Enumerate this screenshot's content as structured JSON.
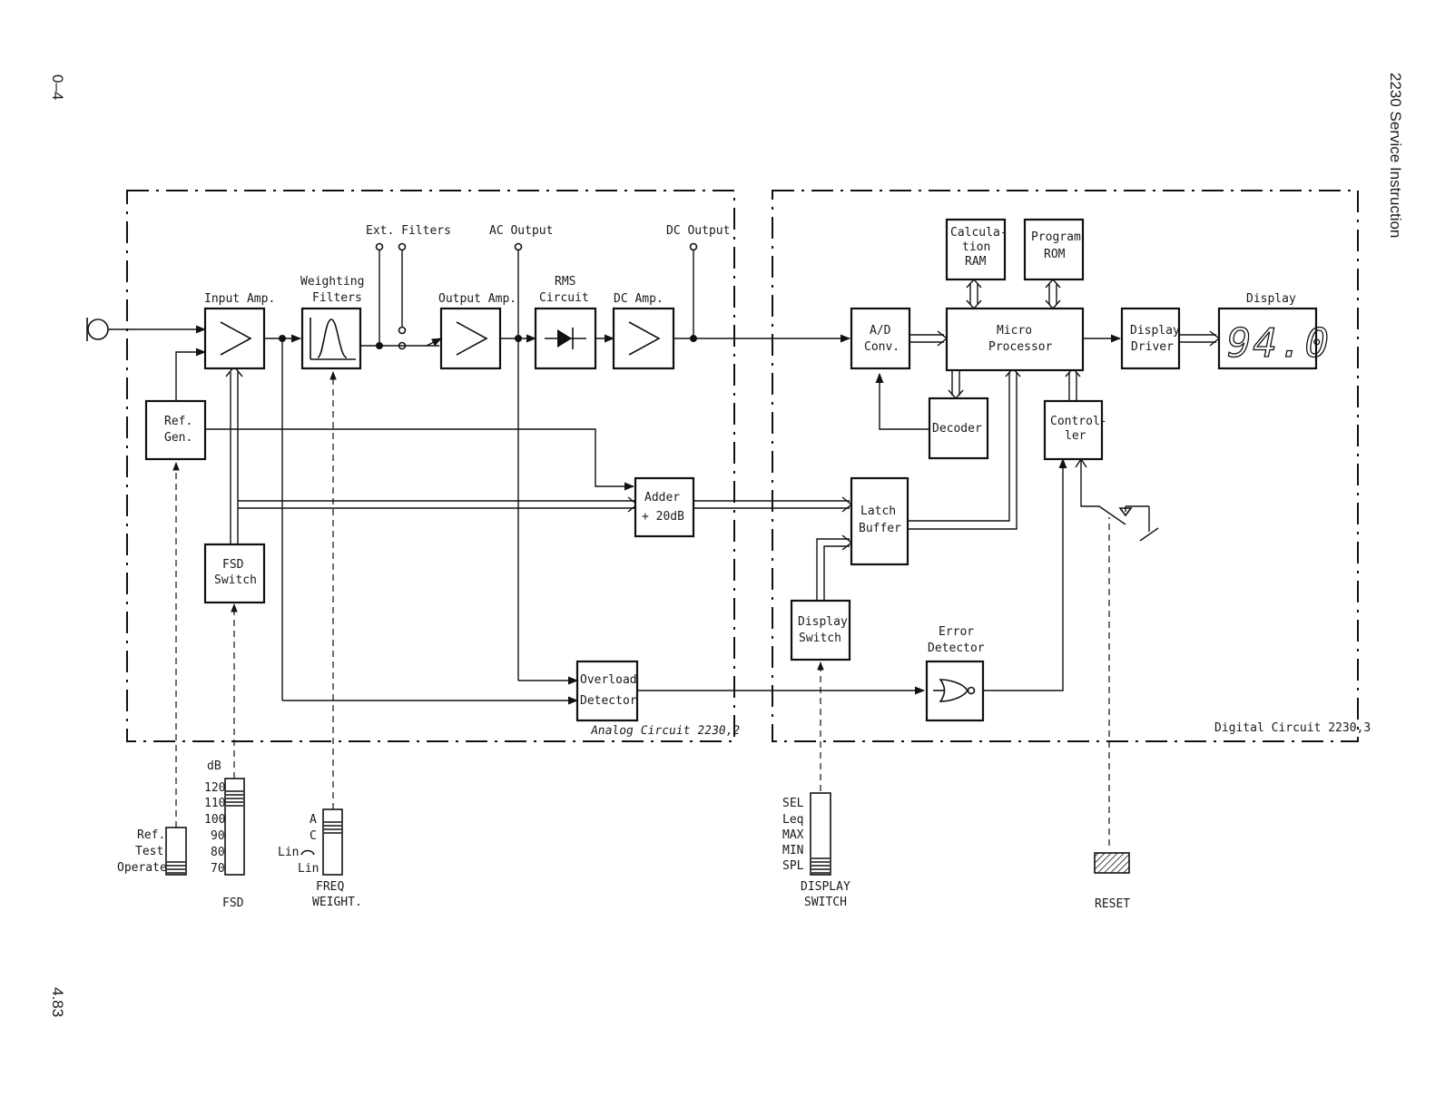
{
  "page": {
    "left_top": "0–4",
    "left_bottom": "4.83",
    "right_title": "2230 Service Instruction"
  },
  "frames": {
    "analog": "Analog Circuit 2230,2",
    "digital": "Digital Circuit 2230,3"
  },
  "terminals": {
    "ext_filters": "Ext. Filters",
    "ac_output": "AC Output",
    "dc_output": "DC Output"
  },
  "blocks": {
    "input_amp": "Input Amp.",
    "weighting_filters": [
      "Weighting",
      "Filters"
    ],
    "output_amp": "Output Amp.",
    "rms_circuit": [
      "RMS",
      "Circuit"
    ],
    "dc_amp": "DC Amp.",
    "ref_gen": [
      "Ref.",
      "Gen."
    ],
    "fsd_switch": [
      "FSD",
      "Switch"
    ],
    "adder": [
      "Adder",
      "+ 20dB"
    ],
    "overload_detector": [
      "Overload",
      "Detector"
    ],
    "ad_conv": [
      "A/D",
      "Conv."
    ],
    "micro_processor": [
      "Micro",
      "Processor"
    ],
    "calculation_ram": [
      "Calcula-",
      "tion",
      "RAM"
    ],
    "program_rom": [
      "Program",
      "ROM"
    ],
    "decoder": "Decoder",
    "display_driver": [
      "Display",
      "Driver"
    ],
    "display": "Display",
    "display_reading": "94.0",
    "controller": [
      "Control-",
      "ler"
    ],
    "latch_buffer": [
      "Latch",
      "Buffer"
    ],
    "display_switch_block": [
      "Display",
      "Switch"
    ],
    "error_detector": [
      "Error",
      "Detector"
    ]
  },
  "controls": {
    "mode_switch": {
      "positions": [
        "Ref.",
        "Test",
        "Operate"
      ]
    },
    "fsd": {
      "unit": "dB",
      "positions": [
        "120",
        "110",
        "100",
        "90",
        "80",
        "70"
      ],
      "caption": "FSD"
    },
    "freq_weight": {
      "positions": [
        "A",
        "C",
        "Lin",
        "Lin"
      ],
      "caption": [
        "FREQ",
        "WEIGHT."
      ]
    },
    "display_switch": {
      "positions": [
        "SEL",
        "Leq",
        "MAX",
        "MIN",
        "SPL"
      ],
      "caption": [
        "DISPLAY",
        "SWITCH"
      ]
    },
    "reset": {
      "caption": "RESET"
    }
  }
}
